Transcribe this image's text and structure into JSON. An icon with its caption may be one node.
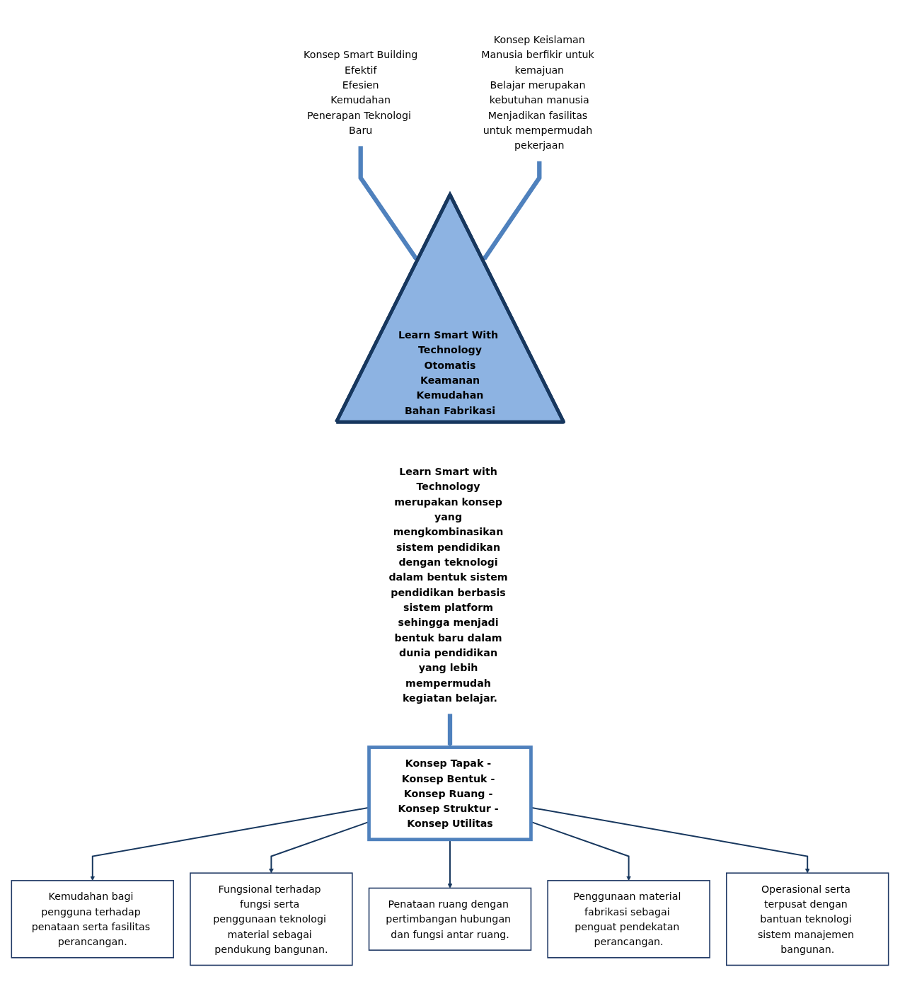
{
  "diagram": {
    "nodes": [
      {
        "text": [
          "Konsep Smart Building",
          "Efektif",
          "Efesien",
          "Kemudahan",
          "Penerapan Teknologi Baru"
        ]
      },
      {
        "text": [
          "Learn Smart With Technology",
          "Otomatis",
          "Keamanan",
          "Kemudahan",
          "Bahan Fabrikasi"
        ]
      },
      {
        "text": [
          "Konsep Keislaman",
          "Manusia berfikir untuk kemajuan",
          "Belajar merupakan kebutuhan manusia",
          "Menjadikan fasilitas untuk mempermudah pekerjaan"
        ]
      },
      {
        "text": [
          "Learn Smart with Technology merupakan konsep yang mengkombinasikan sistem pendidikan dengan teknologi dalam bentuk sistem pendidikan berbasis sistem platform sehingga menjadi bentuk baru dalam dunia pendidikan yang lebih mempermudah kegiatan belajar."
        ]
      },
      {
        "text": [
          "Konsep Tapak - Konsep Bentuk - Konsep Ruang - Konsep Struktur - Konsep Utilitas"
        ]
      },
      {
        "text": [
          "Kemudahan bagi pengguna terhadap penataan serta fasilitas perancangan."
        ]
      },
      {
        "text": [
          "Fungsional terhadap fungsi serta penggunaan teknologi material sebagai pendukung bangunan."
        ]
      },
      {
        "text": [
          "Penataan ruang dengan pertimbangan hubungan dan fungsi antar ruang."
        ]
      },
      {
        "text": [
          "Penggunaan material fabrikasi sebagai penguat pendekatan perancangan."
        ]
      },
      {
        "text": [
          "Operasional serta terpusat dengan bantuan teknologi sistem manajemen bangunan."
        ]
      }
    ],
    "edges": [
      {
        "from": 0,
        "to": 1,
        "arrow": "to",
        "style": "thick",
        "color": "#4f81bd"
      },
      {
        "from": 2,
        "to": 1,
        "arrow": "to",
        "style": "thick",
        "color": "#4f81bd"
      },
      {
        "from": 3,
        "to": 4,
        "arrow": "to",
        "style": "thick",
        "color": "#4f81bd"
      },
      {
        "from": 4,
        "to": 5,
        "arrow": "to"
      },
      {
        "from": 4,
        "to": 6,
        "arrow": "to"
      },
      {
        "from": 4,
        "to": 7,
        "arrow": "to"
      },
      {
        "from": 4,
        "to": 8,
        "arrow": "to"
      },
      {
        "from": 4,
        "to": 9,
        "arrow": "to"
      }
    ]
  }
}
